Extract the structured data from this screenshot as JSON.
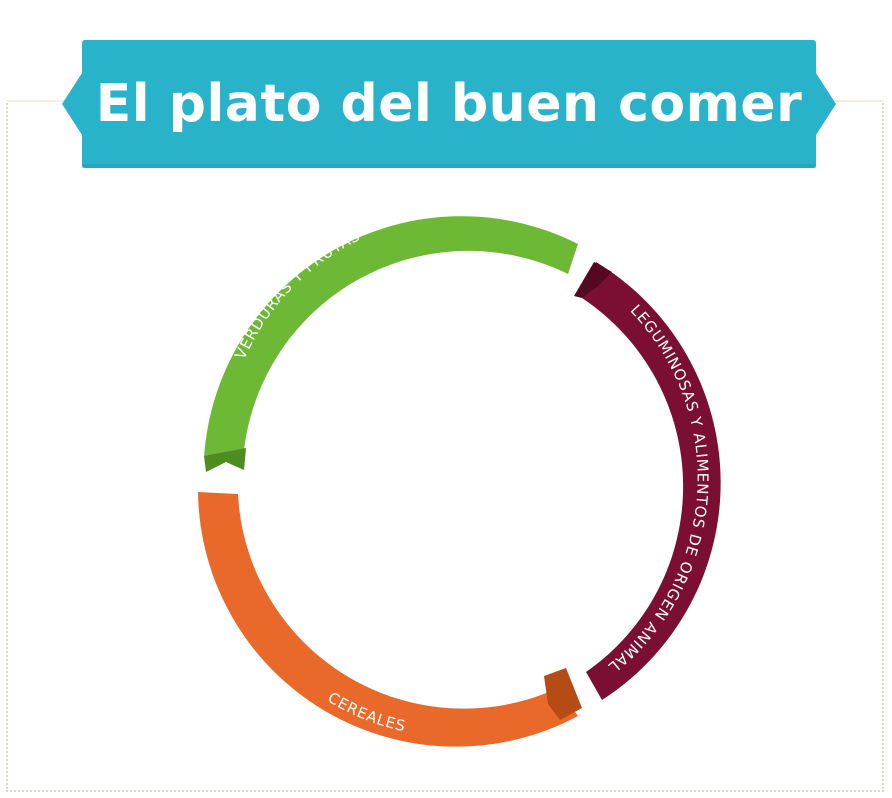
{
  "title": "El plato del buen comer",
  "colors": {
    "banner": "#29b3cb",
    "banner_shadow": "#1f8fa4",
    "verduras": "#6db935",
    "verduras_dark": "#4e8c22",
    "leguminosas": "#7a0f33",
    "leguminosas_dark": "#560722",
    "cereales": "#e8692a",
    "cereales_dark": "#b54c16"
  },
  "groups": [
    {
      "key": "verduras",
      "label": "VERDURAS Y FRUTAS"
    },
    {
      "key": "leguminosas",
      "label": "LEGUMINOSAS Y ALIMENTOS DE ORIGEN ANIMAL"
    },
    {
      "key": "cereales",
      "label": "CEREALES"
    }
  ]
}
